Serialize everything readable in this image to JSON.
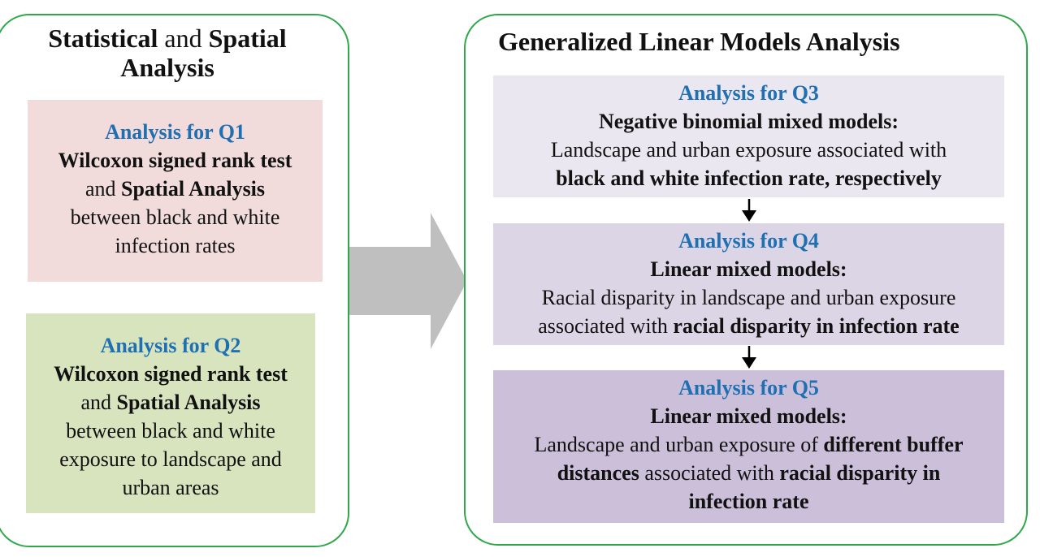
{
  "left_panel": {
    "title_part1": "Statistical",
    "title_part2": " and ",
    "title_part3": "Spatial",
    "title_line2": "Analysis",
    "q1": {
      "heading": "Analysis for Q1",
      "line1": "Wilcoxon signed rank test",
      "line2_plain": "and ",
      "line2_bold": "Spatial Analysis",
      "line3": "between black and white",
      "line4": "infection rates"
    },
    "q2": {
      "heading": "Analysis for Q2",
      "line1": "Wilcoxon signed rank test",
      "line2_plain": "and ",
      "line2_bold": "Spatial Analysis",
      "line3": "between black and white",
      "line4": "exposure to landscape and",
      "line5": "urban areas"
    }
  },
  "right_panel": {
    "title": "Generalized Linear Models Analysis",
    "q3": {
      "heading": "Analysis for Q3",
      "line1": "Negative binomial mixed models:",
      "line2": "Landscape and urban exposure associated with",
      "line3": "black and white infection rate, respectively"
    },
    "q4": {
      "heading": "Analysis for Q4",
      "line1": "Linear mixed models:",
      "line2": "Racial disparity in landscape and urban exposure",
      "line3_plain": "associated with ",
      "line3_bold": "racial disparity in infection rate"
    },
    "q5": {
      "heading": "Analysis for Q5",
      "line1": "Linear mixed models:",
      "line2_plain": "Landscape and urban exposure of ",
      "line2_bold": "different buffer",
      "line3_bold_a": "distances",
      "line3_plain": " associated with ",
      "line3_bold_b": "racial disparity in",
      "line4": "infection rate"
    }
  },
  "colors": {
    "panel_border": "#2ea84a",
    "heading_blue": "#1f6fb3",
    "q1_fill": "#f2dbdb",
    "q2_fill": "#d7e4bd",
    "q3_fill": "#ebe7f0",
    "q4_fill": "#dcd5e6",
    "q5_fill": "#cbbfd9",
    "arrow_gray": "#bfbfbf"
  }
}
